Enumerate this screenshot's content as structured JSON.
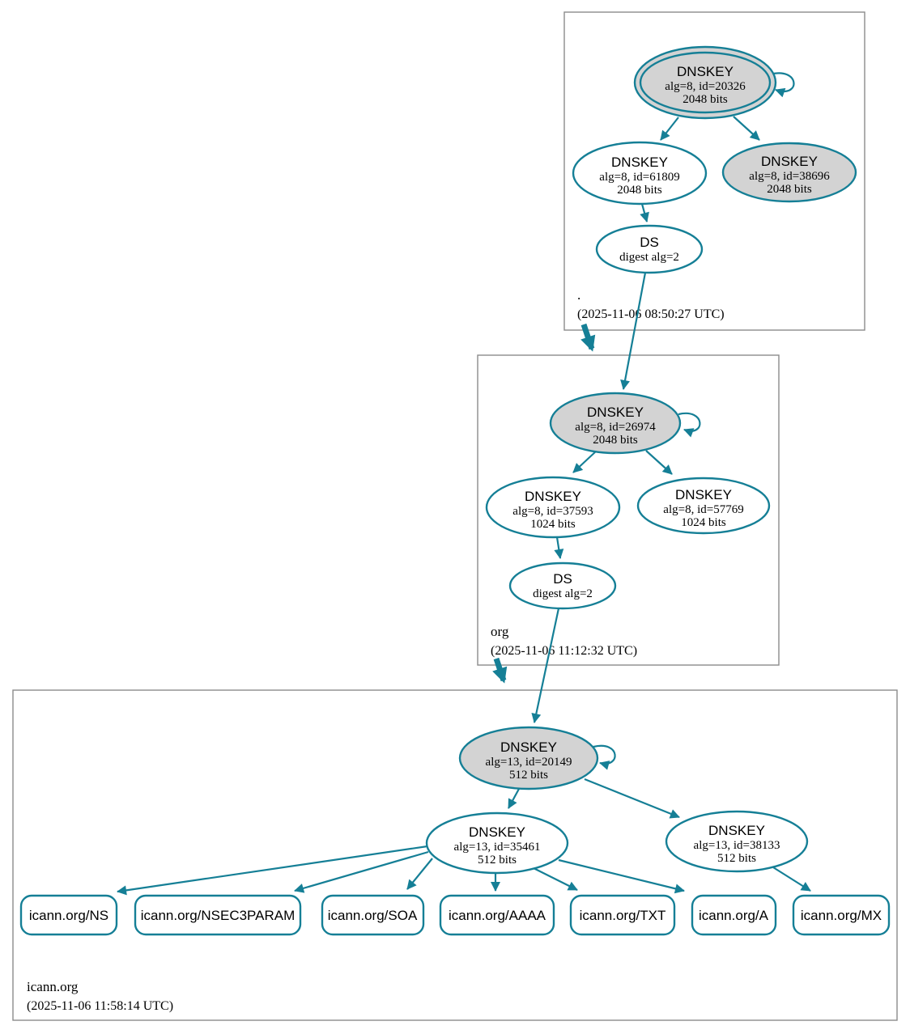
{
  "colors": {
    "edge_teal": "#157f96",
    "ksk_fill_gray": "#d3d3d3",
    "node_fill_white": "#ffffff",
    "zone_box_border": "#8c8c8c",
    "text": "#000000"
  },
  "zones": [
    {
      "label": ".",
      "timestamp": "(2025-11-06 08:50:27 UTC)",
      "nodes": {
        "ksk": {
          "title": "DNSKEY",
          "detail": "alg=8, id=20326",
          "bits": "2048 bits"
        },
        "zsk": {
          "title": "DNSKEY",
          "detail": "alg=8, id=61809",
          "bits": "2048 bits"
        },
        "key3": {
          "title": "DNSKEY",
          "detail": "alg=8, id=38696",
          "bits": "2048 bits"
        },
        "ds": {
          "title": "DS",
          "detail": "digest alg=2"
        }
      }
    },
    {
      "label": "org",
      "timestamp": "(2025-11-06 11:12:32 UTC)",
      "nodes": {
        "ksk": {
          "title": "DNSKEY",
          "detail": "alg=8, id=26974",
          "bits": "2048 bits"
        },
        "zsk": {
          "title": "DNSKEY",
          "detail": "alg=8, id=37593",
          "bits": "1024 bits"
        },
        "key3": {
          "title": "DNSKEY",
          "detail": "alg=8, id=57769",
          "bits": "1024 bits"
        },
        "ds": {
          "title": "DS",
          "detail": "digest alg=2"
        }
      }
    },
    {
      "label": "icann.org",
      "timestamp": "(2025-11-06 11:58:14 UTC)",
      "nodes": {
        "ksk": {
          "title": "DNSKEY",
          "detail": "alg=13, id=20149",
          "bits": "512 bits"
        },
        "zsk": {
          "title": "DNSKEY",
          "detail": "alg=13, id=35461",
          "bits": "512 bits"
        },
        "key3": {
          "title": "DNSKEY",
          "detail": "alg=13, id=38133",
          "bits": "512 bits"
        }
      },
      "rrsets": [
        {
          "label": "icann.org/NS"
        },
        {
          "label": "icann.org/NSEC3PARAM"
        },
        {
          "label": "icann.org/SOA"
        },
        {
          "label": "icann.org/AAAA"
        },
        {
          "label": "icann.org/TXT"
        },
        {
          "label": "icann.org/A"
        },
        {
          "label": "icann.org/MX"
        }
      ]
    }
  ]
}
